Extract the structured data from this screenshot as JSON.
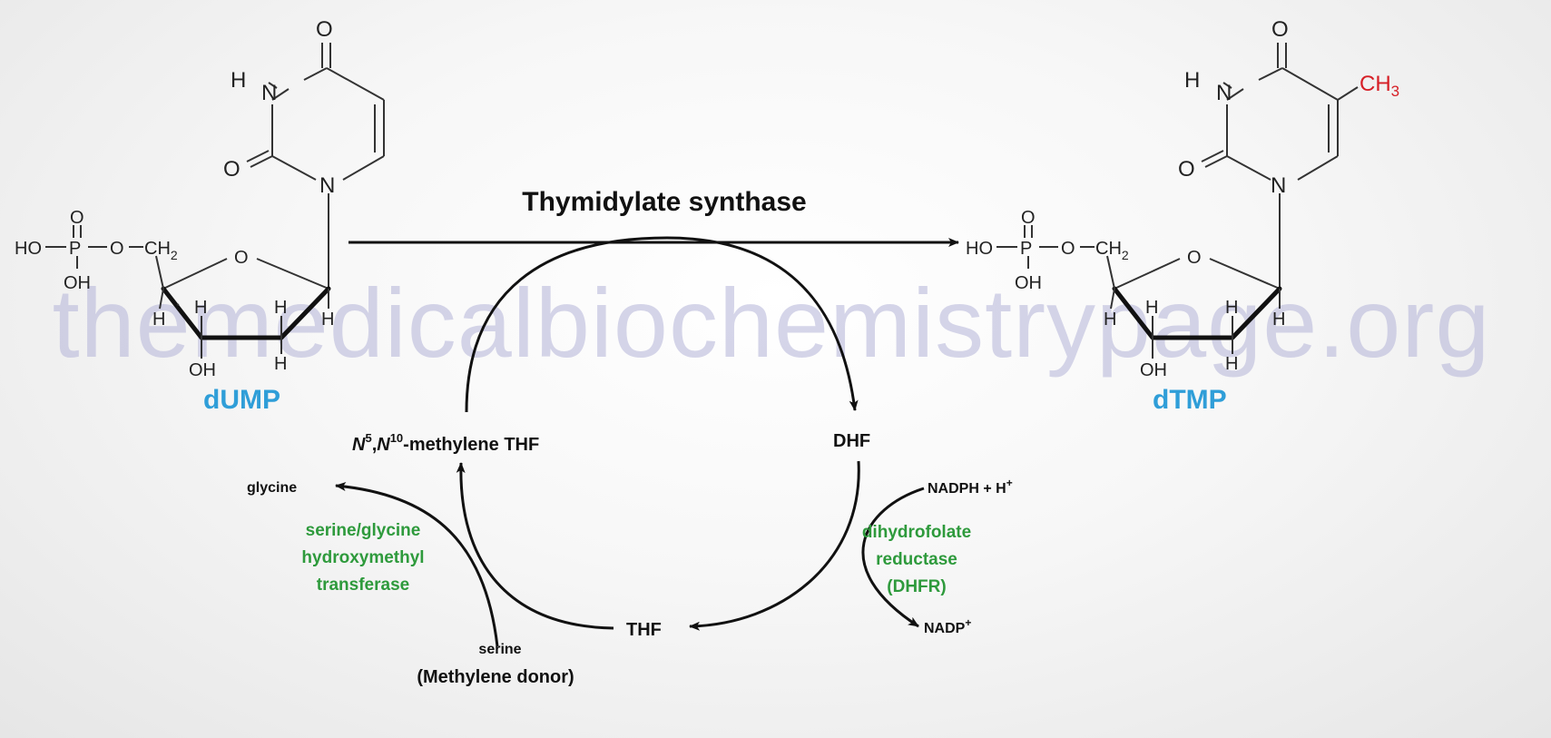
{
  "watermark": "themedicalbiochemistrypage.org",
  "enzyme_title": "Thymidylate synthase",
  "substrate": {
    "name": "dUMP",
    "atoms": {
      "o_top": "O",
      "h_n": "H",
      "n3": "N",
      "o_left": "O",
      "n1": "N",
      "ho": "HO",
      "p": "P",
      "o_p": "O",
      "o_bridge": "O",
      "ch2": "CH",
      "ch2_sub": "2",
      "oh_p": "OH",
      "o_ring": "O",
      "h1": "H",
      "h2": "H",
      "h3": "H",
      "h4": "H",
      "h5": "H",
      "oh_3": "OH"
    }
  },
  "product": {
    "name": "dTMP",
    "methyl": "CH",
    "methyl_sub": "3",
    "atoms": {
      "o_top": "O",
      "h_n": "H",
      "n3": "N",
      "o_left": "O",
      "n1": "N",
      "ho": "HO",
      "p": "P",
      "o_p": "O",
      "o_bridge": "O",
      "ch2": "CH",
      "ch2_sub": "2",
      "oh_p": "OH",
      "o_ring": "O",
      "h1": "H",
      "h2": "H",
      "h3": "H",
      "h4": "H",
      "h5": "H",
      "oh_3": "OH"
    }
  },
  "cycle": {
    "methylene_thf": {
      "n5": "N",
      "sup5": "5",
      "comma": ",",
      "n10": "N",
      "sup10": "10",
      "rest": "-methylene THF"
    },
    "dhf": "DHF",
    "thf": "THF",
    "glycine": "glycine",
    "serine": "serine",
    "methylene_donor": "(Methylene donor)",
    "nadph": {
      "text": "NADPH + H",
      "sup": "+"
    },
    "nadp": {
      "text": "NADP",
      "sup": "+"
    },
    "shmt_enzyme": [
      "serine/glycine",
      "hydroxymethyl",
      "transferase"
    ],
    "dhfr_enzyme": [
      "dihydrofolate",
      "reductase",
      "(DHFR)"
    ]
  },
  "colors": {
    "molecule_name": "#2f9ed8",
    "enzyme": "#2e9a3c",
    "methyl": "#d61f26",
    "watermark": "#b4b4d8"
  }
}
